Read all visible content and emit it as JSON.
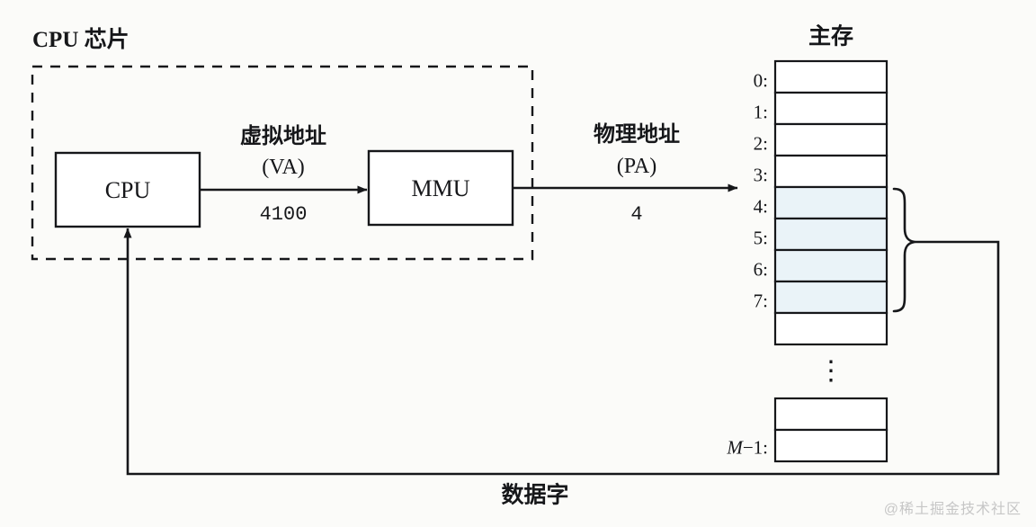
{
  "figure": {
    "title_cpu_chip": "CPU 芯片",
    "title_main_memory": "主存",
    "watermark": "@稀土掘金技术社区"
  },
  "blocks": {
    "cpu": {
      "label": "CPU"
    },
    "mmu": {
      "label": "MMU"
    }
  },
  "edges": {
    "virtual_address": {
      "name_cn": "虚拟地址",
      "name_abbr": "(VA)",
      "value": "4100"
    },
    "physical_address": {
      "name_cn": "物理地址",
      "name_abbr": "(PA)",
      "value": "4"
    },
    "data_word": {
      "label": "数据字"
    }
  },
  "memory": {
    "rows": [
      {
        "label": "0:",
        "highlighted": false
      },
      {
        "label": "1:",
        "highlighted": false
      },
      {
        "label": "2:",
        "highlighted": false
      },
      {
        "label": "3:",
        "highlighted": false
      },
      {
        "label": "4:",
        "highlighted": true
      },
      {
        "label": "5:",
        "highlighted": true
      },
      {
        "label": "6:",
        "highlighted": true
      },
      {
        "label": "7:",
        "highlighted": true
      },
      {
        "label": "",
        "highlighted": false
      }
    ],
    "ellipsis": "⋮",
    "tail_rows": [
      {
        "label": "",
        "highlighted": false
      },
      {
        "label": "M−1:",
        "highlighted": false
      }
    ],
    "last_label_prefix": "M",
    "last_label_suffix": "−1:"
  },
  "colors": {
    "stroke": "#16171a",
    "highlight_fill": "#eaf3f8",
    "cell_fill": "#ffffff",
    "background": "#fbfbf9",
    "watermark": "#c6c6c6"
  }
}
